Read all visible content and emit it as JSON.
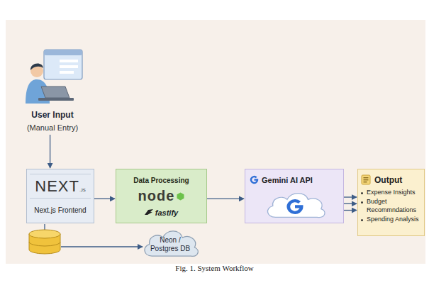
{
  "diagram": {
    "caption": "Fig. 1. System Workflow",
    "nodes": [
      {
        "text": [
          "User Input",
          "(Manual Entry)"
        ]
      },
      {
        "text": [
          "NEXT",
          ".JS",
          "Next.js Frontend"
        ]
      },
      {
        "text": [
          "Data Processing",
          "node",
          "fastify"
        ]
      },
      {
        "text": [
          "Neon / Postgres DB"
        ]
      },
      {
        "text": [
          "Gemini AI API"
        ]
      },
      {
        "text": [
          "Output",
          "Expense Insights",
          "Budget Recommndations",
          "Spending Analysis"
        ]
      }
    ],
    "edges": [
      {
        "from": 0,
        "to": 1,
        "arrow": "to"
      },
      {
        "from": 1,
        "to": 2,
        "arrow": "to"
      },
      {
        "from": 2,
        "to": 4,
        "arrow": "to"
      },
      {
        "from": 4,
        "to": 5,
        "arrow": "to"
      },
      {
        "from": 4,
        "to": 5,
        "arrow": "to"
      },
      {
        "from": 4,
        "to": 5,
        "arrow": "to"
      }
    ]
  }
}
